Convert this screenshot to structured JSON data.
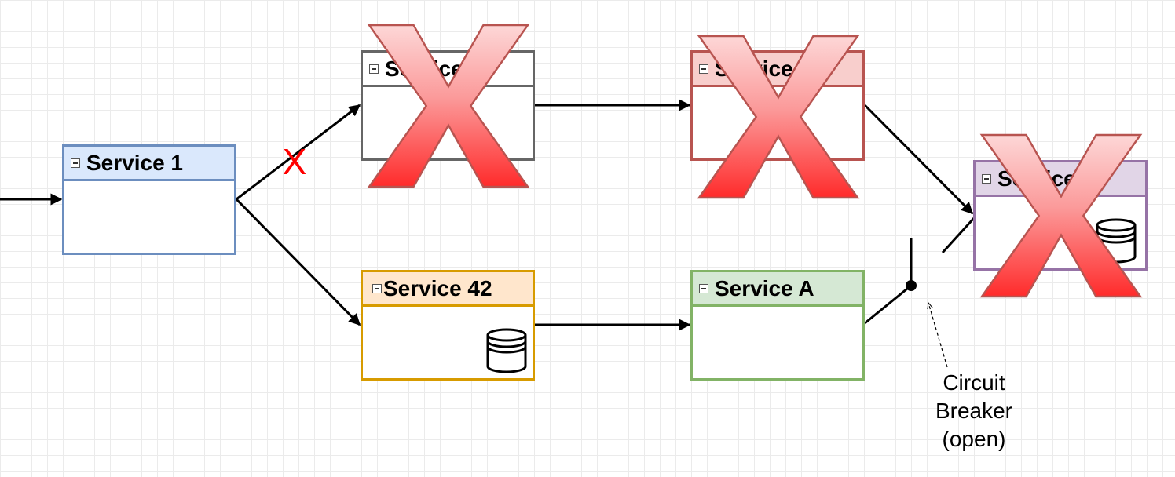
{
  "diagram": {
    "services": {
      "service_1": {
        "label": "Service 1",
        "border": "#6c8ebf",
        "header_fill": "#dae8fc",
        "failed": false,
        "database": false
      },
      "service_x": {
        "label": "Service X",
        "border": "#666666",
        "header_fill": "#ffffff",
        "failed": true,
        "database": false
      },
      "service_f": {
        "label": "Service F",
        "border": "#b85450",
        "header_fill": "#f8cecc",
        "failed": true,
        "database": false
      },
      "service_y": {
        "label": "Service Y",
        "border": "#9673a6",
        "header_fill": "#e1d5e7",
        "failed": true,
        "database": true
      },
      "service_42": {
        "label": "Service 42",
        "border": "#d79b00",
        "header_fill": "#ffe6cc",
        "failed": false,
        "database": true
      },
      "service_a": {
        "label": "Service A",
        "border": "#82b366",
        "header_fill": "#d5e8d4",
        "failed": false,
        "database": false
      }
    },
    "failed_link_mark": "X",
    "failed_link_mark_color": "#ff0000",
    "failure_mark_color": "#ff4d4d",
    "circuit_breaker": {
      "label_line1": "Circuit",
      "label_line2": "Breaker",
      "label_line3": "(open)"
    }
  }
}
